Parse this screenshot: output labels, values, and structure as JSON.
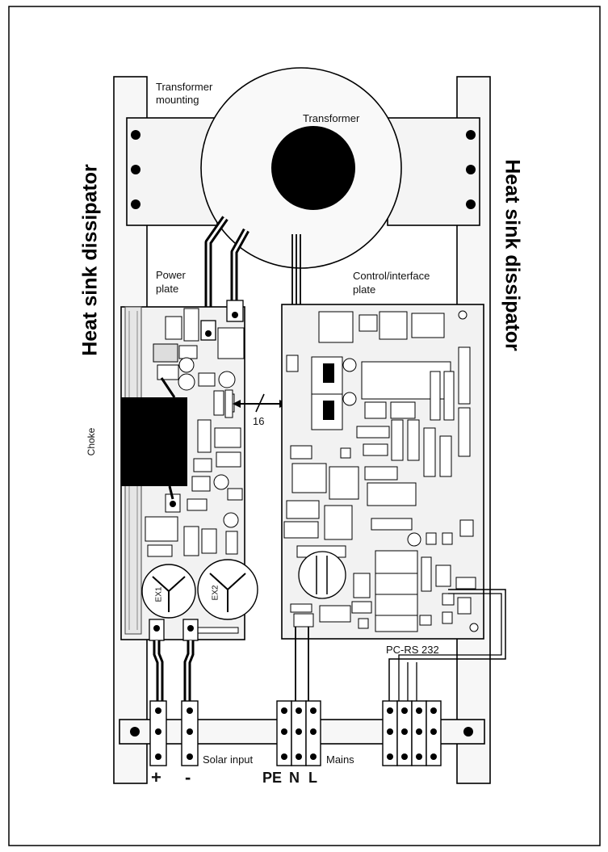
{
  "labels": {
    "transformer_mounting_line1": "Transformer",
    "transformer_mounting_line2": "mounting",
    "transformer": "Transformer",
    "heat_sink_left": "Heat sink dissipator",
    "heat_sink_right": "Heat sink dissipator",
    "power_plate_line1": "Power",
    "power_plate_line2": "plate",
    "control_plate_line1": "Control/interface",
    "control_plate_line2": "plate",
    "choke": "Choke",
    "bus_width": "16",
    "pc_rs232": "PC-RS 232",
    "solar_input": "Solar input",
    "mains": "Mains",
    "plus": "+",
    "minus": "-",
    "pe": "PE",
    "n": "N",
    "l": "L",
    "cap_ex1": "EX1",
    "cap_ex2": "EX2"
  }
}
